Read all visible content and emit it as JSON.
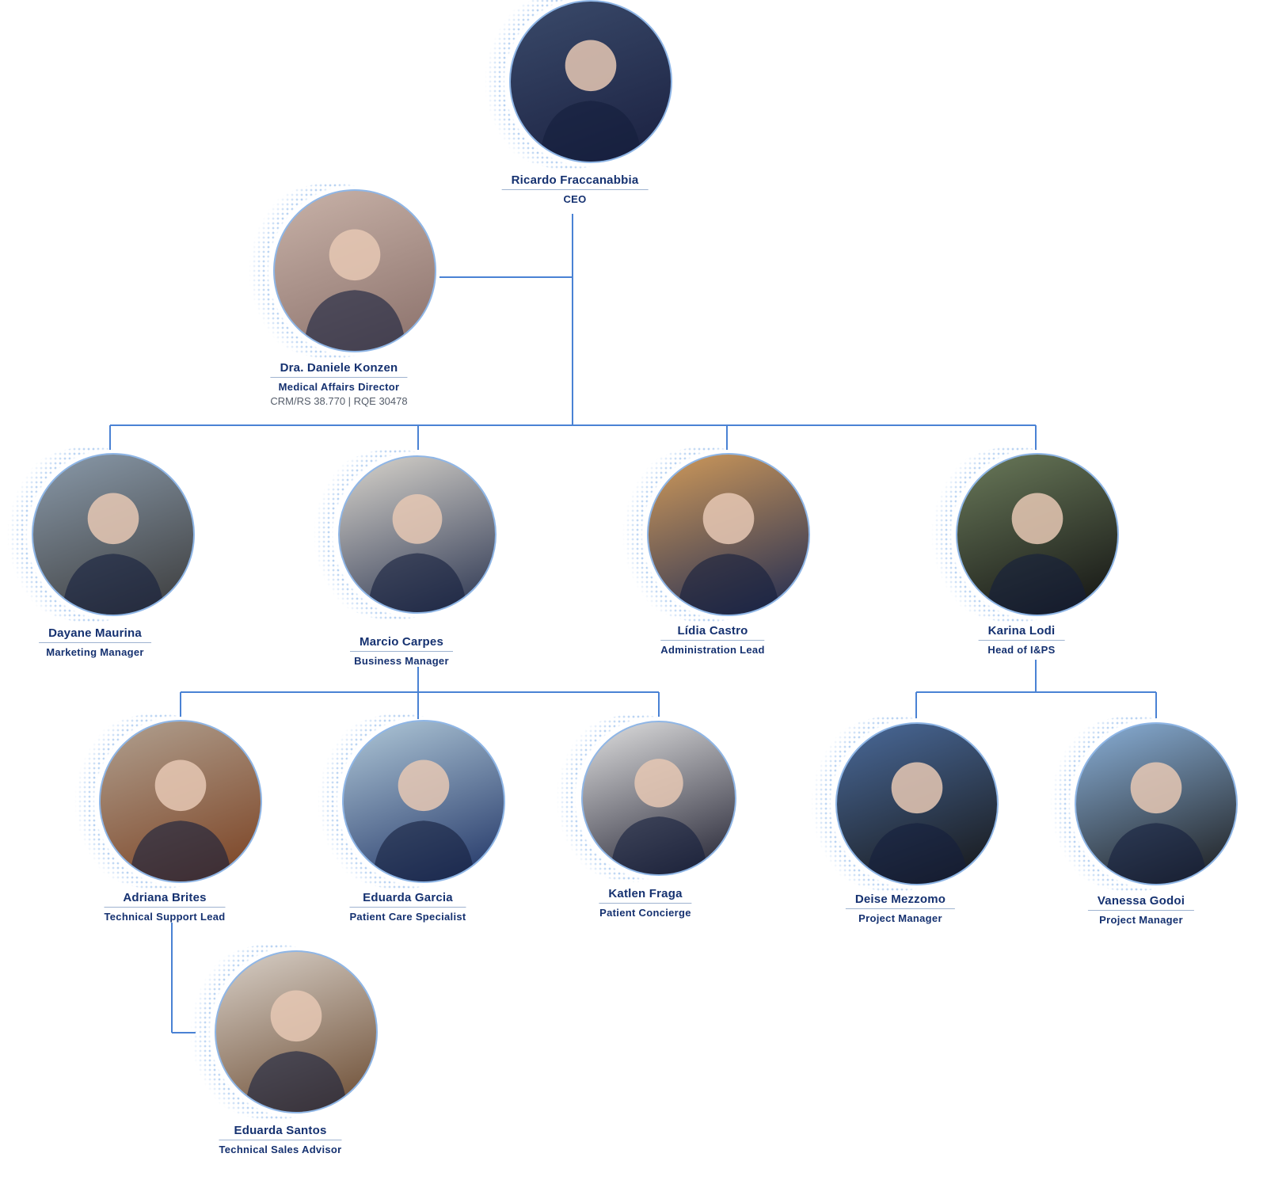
{
  "colors": {
    "line": "#4a82d4",
    "name": "#153170"
  },
  "people": [
    {
      "id": "ricardo",
      "name": "Ricardo Fraccanabbia",
      "title": "CEO",
      "bg": [
        "#3a4a6a",
        "#1a2040"
      ]
    },
    {
      "id": "daniele",
      "name": "Dra. Daniele Konzen",
      "title": "Medical Affairs Director",
      "extra": "CRM/RS 38.770 | RQE 30478",
      "bg": [
        "#c8b2a8",
        "#8a706a"
      ]
    },
    {
      "id": "dayane",
      "name": "Dayane Maurina",
      "title": "Marketing Manager",
      "bg": [
        "#8a9aaa",
        "#3a3a3a"
      ]
    },
    {
      "id": "marcio",
      "name": "Marcio Carpes",
      "title": "Business Manager",
      "bg": [
        "#d8d4cc",
        "#2a3450"
      ]
    },
    {
      "id": "lidia",
      "name": "Lídia Castro",
      "title": "Administration Lead",
      "bg": [
        "#d09a5a",
        "#1e2a52"
      ]
    },
    {
      "id": "karina",
      "name": "Karina Lodi",
      "title": "Head of I&PS",
      "bg": [
        "#6a7a5a",
        "#111"
      ]
    },
    {
      "id": "adriana",
      "name": "Adriana Brites",
      "title": "Technical Support Lead",
      "bg": [
        "#b0a090",
        "#7a4020"
      ]
    },
    {
      "id": "eduarda_g",
      "name": "Eduarda Garcia",
      "title": "Patient Care Specialist",
      "bg": [
        "#b0c8d8",
        "#1e3264"
      ]
    },
    {
      "id": "katlen",
      "name": "Katlen Fraga",
      "title": "Patient Concierge",
      "bg": [
        "#e0e0e0",
        "#202030"
      ]
    },
    {
      "id": "deise",
      "name": "Deise Mezzomo",
      "title": "Project Manager",
      "bg": [
        "#4a6a9a",
        "#151515"
      ]
    },
    {
      "id": "vanessa",
      "name": "Vanessa Godoi",
      "title": "Project Manager",
      "bg": [
        "#8ab0d8",
        "#1a1a1a"
      ]
    },
    {
      "id": "eduarda_s",
      "name": "Eduarda Santos",
      "title": "Technical Sales Advisor",
      "bg": [
        "#d8d0c8",
        "#6a4a30"
      ]
    }
  ]
}
